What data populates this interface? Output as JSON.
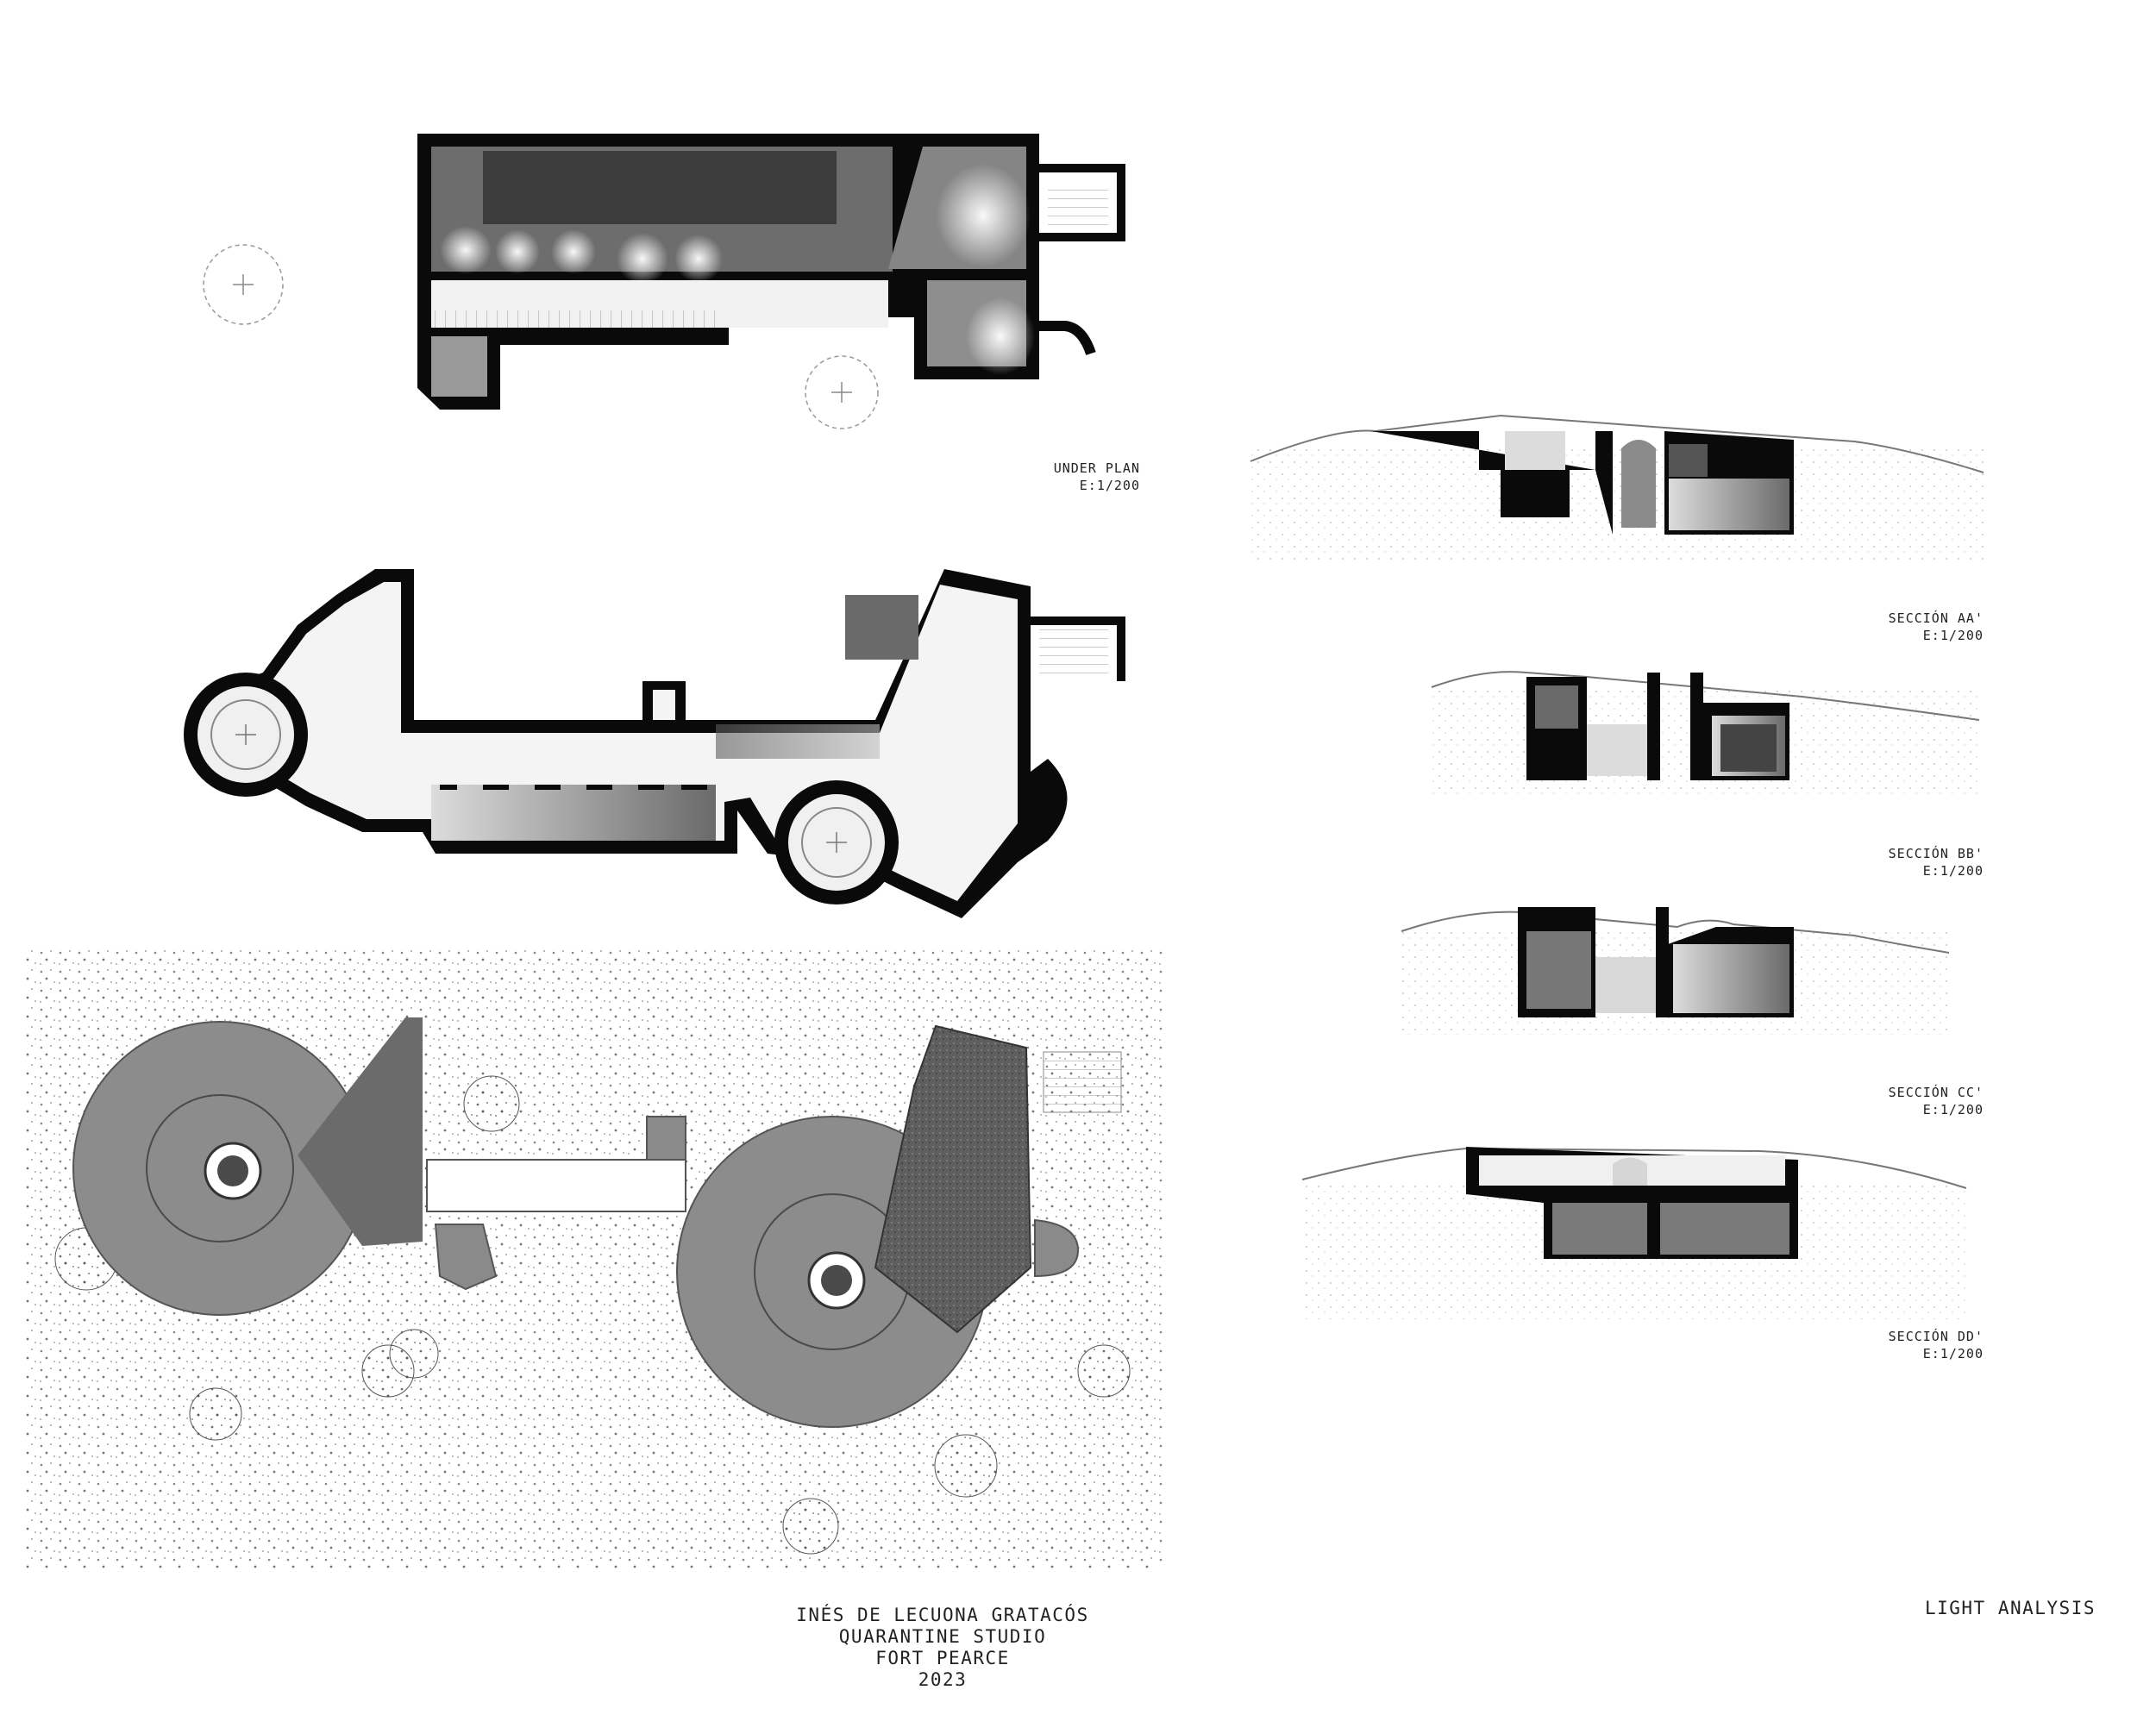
{
  "drawings": {
    "under_plan": {
      "name": "UNDER PLAN",
      "scale": "E:1/200"
    },
    "ground_plan": {
      "name": "",
      "scale": ""
    },
    "site_plan": {
      "name": "",
      "scale": ""
    }
  },
  "sections": [
    {
      "name": "SECCIÓN AA'",
      "scale": "E:1/200"
    },
    {
      "name": "SECCIÓN BB'",
      "scale": "E:1/200"
    },
    {
      "name": "SECCIÓN CC'",
      "scale": "E:1/200"
    },
    {
      "name": "SECCIÓN DD'",
      "scale": "E:1/200"
    }
  ],
  "credits": {
    "author": "INÉS DE LECUONA GRATACÓS",
    "studio": "QUARANTINE STUDIO",
    "project": "FORT PEARCE",
    "year": "2023"
  },
  "sheet_title": "LIGHT ANALYSIS",
  "colors": {
    "wall": "#0a0a0a",
    "shade_dark": "#4a4a4a",
    "shade_mid": "#7a7a7a",
    "shade_light": "#bdbdbd",
    "concrete": "#8c8c8c",
    "paper": "#ffffff"
  }
}
